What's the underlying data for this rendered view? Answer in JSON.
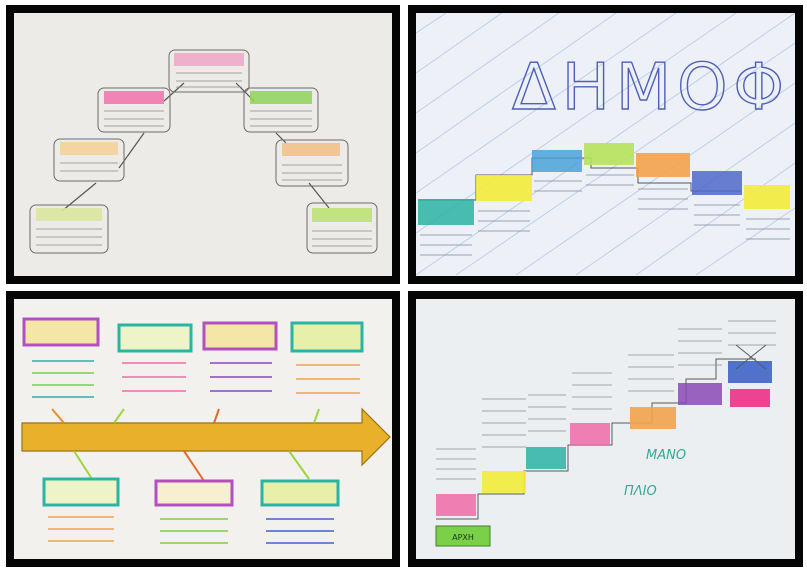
{
  "panels": [
    {
      "id": "top-left",
      "kind": "hand-drawn mountain diagram"
    },
    {
      "id": "top-right",
      "kind": "hand-drawn step diagram"
    },
    {
      "id": "bottom-left",
      "kind": "hand-drawn arrow timeline"
    },
    {
      "id": "bottom-right",
      "kind": "hand-drawn staircase"
    }
  ],
  "visible_text": {
    "big_title": "ΔΗΜΟΦΙΛΕΙΣ",
    "start_label": "ΑΡΧΗ",
    "right_note_1": "ΜΑΝΟ",
    "right_note_2": "ΠΛΙΟ"
  },
  "colors": {
    "frame": "#050505",
    "paper": "#f1f1ee",
    "pink": "#f06aa7",
    "green": "#7bd04a",
    "yellow": "#f2ec3a",
    "orange": "#f3a24b",
    "blue": "#3f63c8",
    "teal": "#2bb3a3",
    "purple": "#8a49b5",
    "arrow": "#e9b12a"
  }
}
